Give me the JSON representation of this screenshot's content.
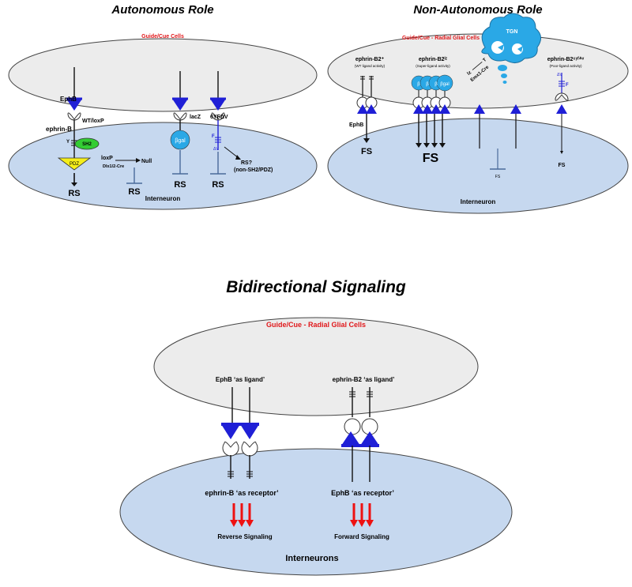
{
  "colors": {
    "cue_cell_fill": "#ececec",
    "interneuron_fill": "#c6d8ef",
    "receptor_blue": "#1f1fd6",
    "bgal_blue": "#2aa8e6",
    "sh2_green": "#33cc33",
    "pdz_yellow": "#f5ee1a",
    "cue_label_red": "#e0181b",
    "signal_arrow_red": "#ee1111"
  },
  "panel_autonomous": {
    "title": "Autonomous Role",
    "cue_label": "Guide/Cue Cells",
    "ephb_label": "EphB",
    "ephrinb_label": "ephrin-B",
    "wt_loxp_label": "WT/loxP",
    "sh2_label": "SH2",
    "y_label": "Y",
    "pdz_label": "PDZ",
    "loxp_label": "loxP",
    "dlx_cre_label": "Dlx1/2-Cre",
    "null_label": "Null",
    "lacz_label": "lacZ",
    "bgal_label": "βgal",
    "mutant_label": "6YFΔV",
    "f_label": "F",
    "dv_label": "ΔV",
    "rs_question": "RS?",
    "non_sh2_pdz": "(non-SH2/PDZ)",
    "rs_label": "RS",
    "interneuron_label": "Interneuron"
  },
  "panel_nonautonomous": {
    "title": "Non-Autonomous Role",
    "cue_label": "Guide/Cue - Radial Glial Cells",
    "wt_label": "ephrin-B2⁺",
    "wt_sub": "(WT ligand activity)",
    "lz_label": "ephrin-B2ˡᶻ",
    "lz_sub": "(Super-ligand activity)",
    "mut_label": "ephrin-B2⁶ʸᶠᐞᵛ",
    "mut_sub": "(Poor-ligand activity)",
    "tgn_label": "TGN",
    "lz_short": "lz",
    "t_label": "T",
    "emx_label": "Emx1-Cre",
    "beta_label": "β",
    "bgal_label": "βgal",
    "ephb_label": "EphB",
    "f_label": "F",
    "dv_label": "ΔV",
    "fs_label": "FS",
    "interneuron_label": "Interneuron"
  },
  "panel_bidirectional": {
    "title": "Bidirectional Signaling",
    "cue_label": "Guide/Cue - Radial Glial Cells",
    "ephb_ligand": "EphB ‘as ligand’",
    "ephrin_ligand": "ephrin-B2 ‘as ligand’",
    "ephrin_receptor": "ephrin-B ‘as receptor’",
    "ephb_receptor": "EphB ‘as receptor’",
    "reverse_label": "Reverse Signaling",
    "forward_label": "Forward Signaling",
    "interneurons_label": "Interneurons"
  }
}
